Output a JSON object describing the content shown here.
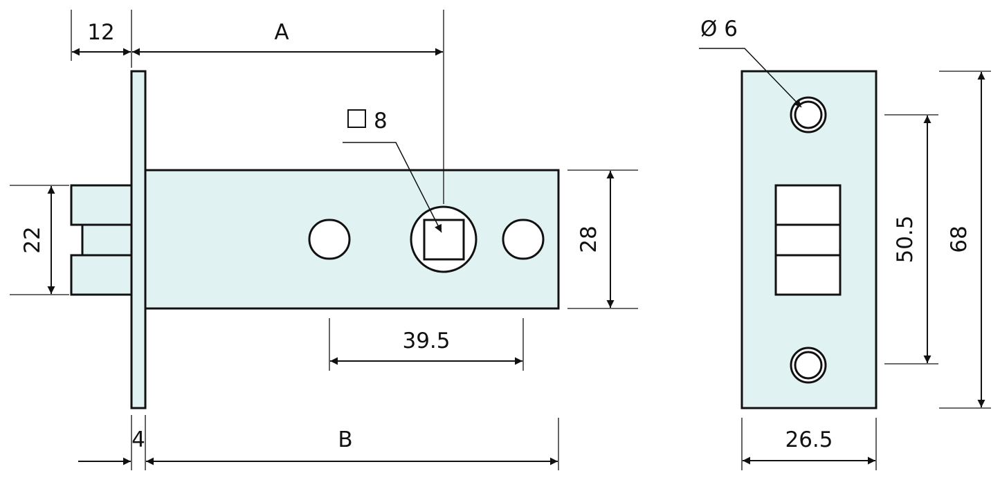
{
  "drawing": {
    "colors": {
      "part_fill": "#e0f2f2",
      "line": "#111111",
      "background": "#ffffff"
    },
    "side_view": {
      "dimensions": {
        "faceplate_offset": "12",
        "backset": "A",
        "overall_length": "B",
        "faceplate_thickness": "4",
        "latch_height": "22",
        "body_height": "28",
        "hole_spacing": "39.5",
        "spindle_square": "8"
      }
    },
    "front_view": {
      "dimensions": {
        "screw_hole_diameter": "Ø 6",
        "screw_spacing": "50.5",
        "plate_height": "68",
        "plate_width": "26.5"
      }
    }
  }
}
